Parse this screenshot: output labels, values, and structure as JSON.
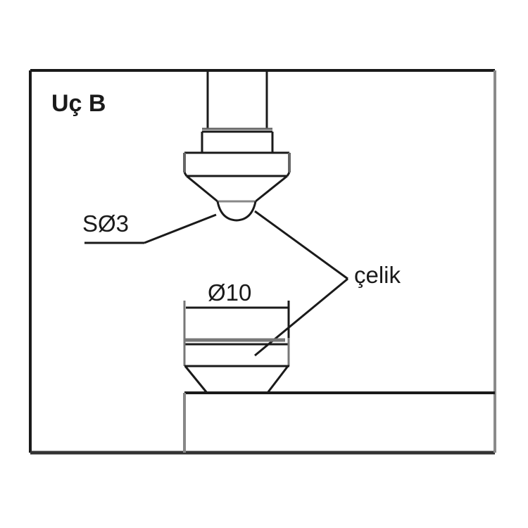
{
  "diagram": {
    "title": "Uç B",
    "labels": {
      "sphere_diameter": "SØ3",
      "base_diameter": "Ø10",
      "material": "çelik"
    },
    "colors": {
      "line": "#1a1a1a",
      "secondary_line": "#8a8a8a",
      "background": "#ffffff"
    }
  }
}
